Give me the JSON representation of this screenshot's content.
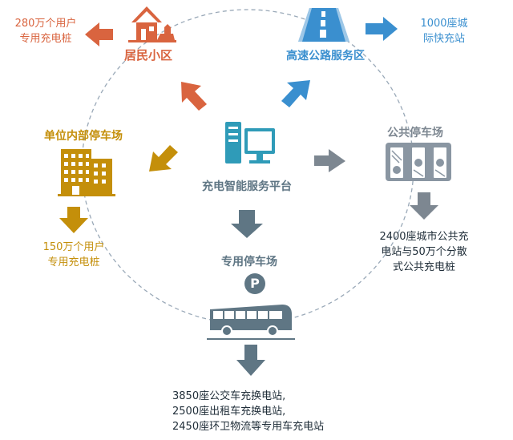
{
  "center": {
    "label": "充电智能服务平台"
  },
  "residential": {
    "label": "居民小区",
    "note_lines": [
      "280万个用户",
      "专用充电桩"
    ]
  },
  "highway": {
    "label": "高速公路服务区",
    "note_lines": [
      "1000座城",
      "际快充站"
    ]
  },
  "workplace": {
    "label": "单位内部停车场",
    "note_lines": [
      "150万个用户",
      "专用充电桩"
    ]
  },
  "public": {
    "label": "公共停车场",
    "note_lines": [
      "2400座城市公共充",
      "电站与50万个分散",
      "式公共充电桩"
    ]
  },
  "dedicated": {
    "label": "专用停车场",
    "parking_symbol": "P",
    "note_lines": [
      "3850座公交车充换电站,",
      "2500座出租车充换电站,",
      "2450座环卫物流等专用车充电站"
    ]
  },
  "icons": {
    "residential": "house-icon",
    "highway": "highway-road-icon",
    "workplace": "office-building-icon",
    "public": "parking-garage-icon",
    "dedicated": "bus-icon",
    "center": "computer-server-icon"
  },
  "colors": {
    "orange": "#d9643f",
    "blue": "#3a8fcf",
    "gold": "#c48f0a",
    "slate": "#5f7684",
    "grey": "#7d8791",
    "circle": "#9aa9b8"
  }
}
